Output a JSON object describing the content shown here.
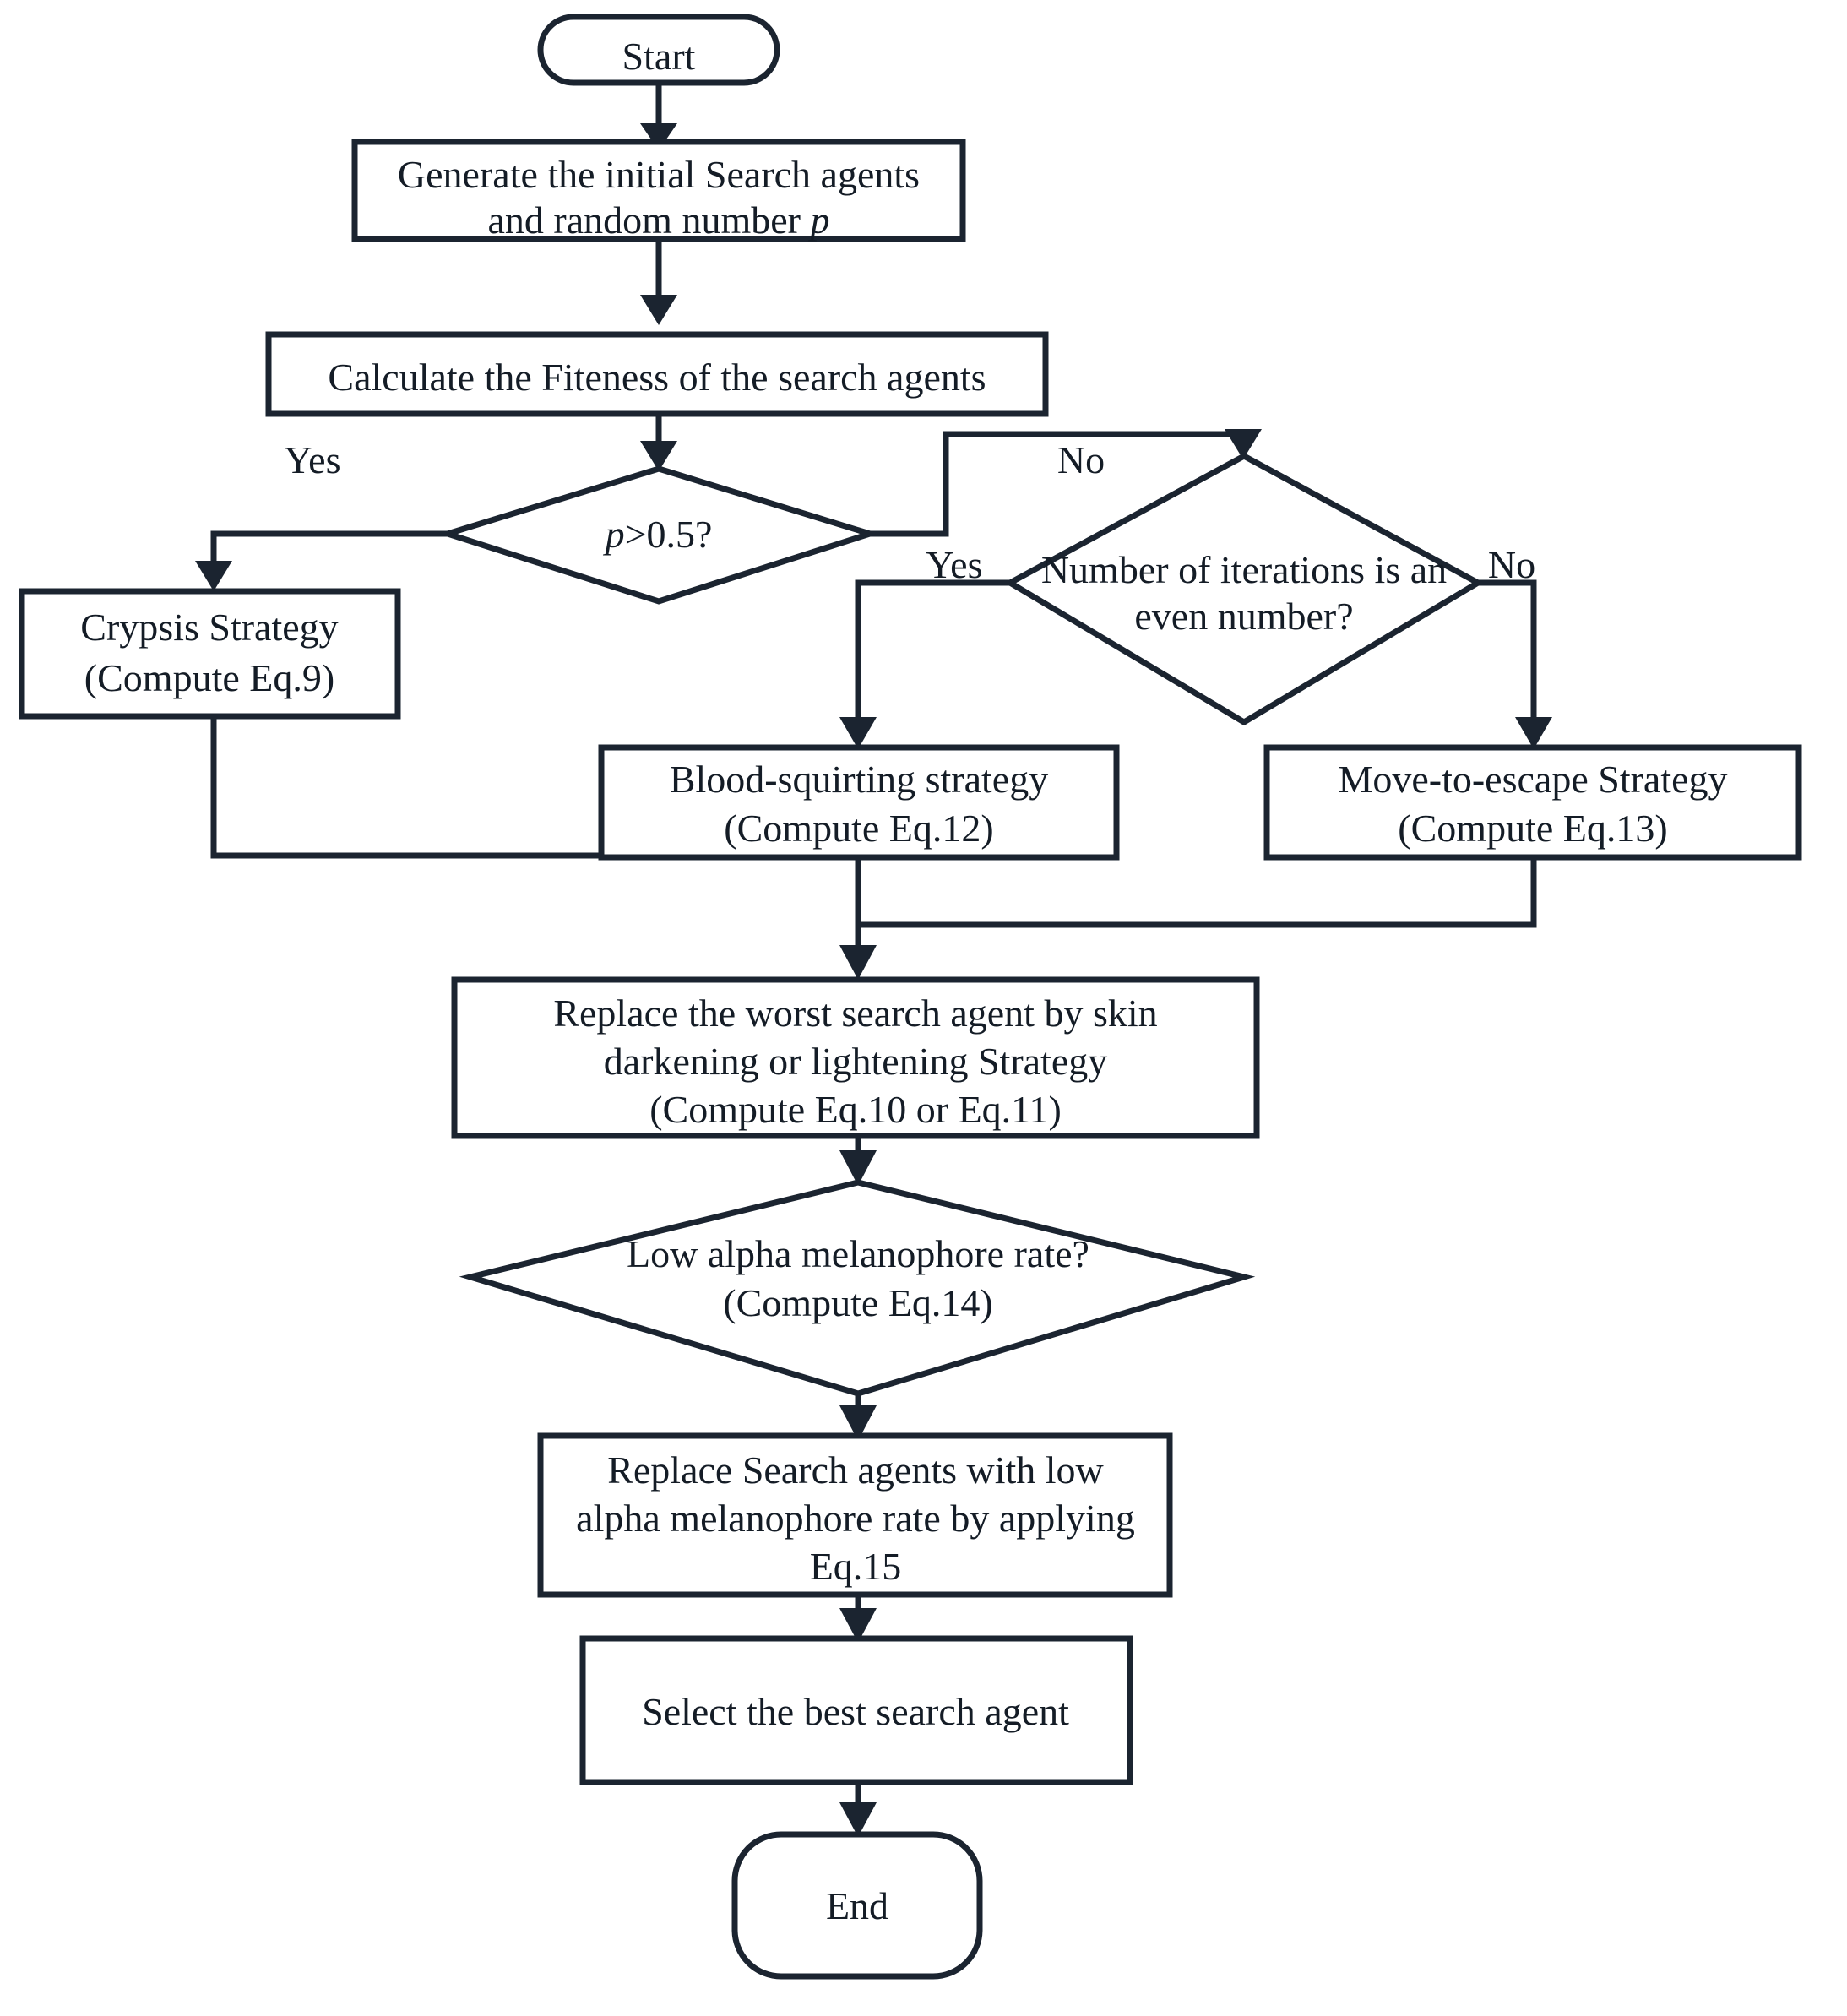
{
  "diagram": {
    "type": "flowchart",
    "title": "Horned Lizard Optimization Algorithm flowchart",
    "colors": {
      "stroke": "#1b2430",
      "fill": "#ffffff",
      "text": "#141c26"
    },
    "nodes": [
      {
        "id": "start",
        "shape": "terminator",
        "lines": [
          "Start"
        ]
      },
      {
        "id": "generate",
        "shape": "process",
        "lines": [
          "Generate the initial Search agents",
          "and random number p"
        ]
      },
      {
        "id": "fitness",
        "shape": "process",
        "lines": [
          "Calculate the Fiteness of the search agents"
        ]
      },
      {
        "id": "p-decision",
        "shape": "decision",
        "lines": [
          "p>0.5?"
        ]
      },
      {
        "id": "even-decision",
        "shape": "decision",
        "lines": [
          "Number of iterations is an",
          "even number?"
        ]
      },
      {
        "id": "crypsis",
        "shape": "process",
        "lines": [
          "Crypsis Strategy",
          "(Compute Eq.9)"
        ]
      },
      {
        "id": "blood-squirting",
        "shape": "process",
        "lines": [
          "Blood-squirting strategy",
          "(Compute Eq.12)"
        ]
      },
      {
        "id": "move-to-escape",
        "shape": "process",
        "lines": [
          "Move-to-escape Strategy",
          "(Compute  Eq.13)"
        ]
      },
      {
        "id": "replace-worst",
        "shape": "process",
        "lines": [
          "Replace the worst search agent by skin",
          "darkening or lightening Strategy",
          "(Compute Eq.10 or Eq.11)"
        ]
      },
      {
        "id": "low-alpha-decision",
        "shape": "decision",
        "lines": [
          "Low alpha melanophore rate?",
          "(Compute Eq.14)"
        ]
      },
      {
        "id": "replace-low-alpha",
        "shape": "process",
        "lines": [
          "Replace Search agents with low",
          "alpha melanophore rate by applying",
          "Eq.15"
        ]
      },
      {
        "id": "select-best",
        "shape": "process",
        "lines": [
          "Select the best search agent"
        ]
      },
      {
        "id": "end",
        "shape": "terminator",
        "lines": [
          "End"
        ]
      }
    ],
    "edge_labels": [
      {
        "id": "p-yes",
        "text": "Yes"
      },
      {
        "id": "p-no",
        "text": "No"
      },
      {
        "id": "even-yes",
        "text": "Yes"
      },
      {
        "id": "even-no",
        "text": "No"
      }
    ],
    "edges": [
      {
        "from": "start",
        "to": "generate",
        "label": ""
      },
      {
        "from": "generate",
        "to": "fitness",
        "label": ""
      },
      {
        "from": "fitness",
        "to": "p-decision",
        "label": ""
      },
      {
        "from": "p-decision",
        "to": "crypsis",
        "label": "Yes"
      },
      {
        "from": "p-decision",
        "to": "even-decision",
        "label": "No"
      },
      {
        "from": "even-decision",
        "to": "blood-squirting",
        "label": "Yes"
      },
      {
        "from": "even-decision",
        "to": "move-to-escape",
        "label": "No"
      },
      {
        "from": "crypsis",
        "to": "replace-worst",
        "label": ""
      },
      {
        "from": "blood-squirting",
        "to": "replace-worst",
        "label": ""
      },
      {
        "from": "move-to-escape",
        "to": "replace-worst",
        "label": ""
      },
      {
        "from": "replace-worst",
        "to": "low-alpha-decision",
        "label": ""
      },
      {
        "from": "low-alpha-decision",
        "to": "replace-low-alpha",
        "label": ""
      },
      {
        "from": "replace-low-alpha",
        "to": "select-best",
        "label": ""
      },
      {
        "from": "select-best",
        "to": "end",
        "label": ""
      }
    ]
  }
}
